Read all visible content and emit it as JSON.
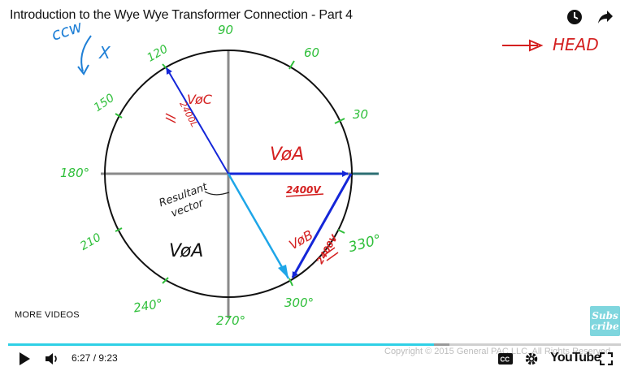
{
  "player": {
    "title": "Introduction to the Wye Wye Transformer Connection - Part 4",
    "more_videos": "MORE VIDEOS",
    "subscribe_line1": "Subs",
    "subscribe_line2": "cribe",
    "time_display": "6:27 / 9:23",
    "progress_played_fraction": 0.695,
    "progress_buffered_fraction": 0.72,
    "copyright": "Copyright © 2015 General PAC LLC. All Rights Reserved.",
    "logo_text": "YouTube",
    "accent_color": "#2fd0e6",
    "icons": {
      "watch_later": "clock-icon",
      "share": "share-arrow-icon",
      "play": "play-icon",
      "volume": "volume-icon",
      "captions": "cc-icon",
      "settings": "gear-icon",
      "fullscreen": "fullscreen-icon"
    }
  },
  "whiteboard": {
    "colors": {
      "green": "#2fbf3a",
      "red": "#d42020",
      "blue": "#1426d8",
      "light_blue": "#1ea6e8"
    },
    "labels": {
      "ccw": "ccw",
      "x_mark": "X",
      "head": "HEAD",
      "deg_90": "90",
      "deg_60": "60",
      "deg_30": "30",
      "deg_120": "120",
      "deg_150": "150",
      "deg_180": "180°",
      "deg_210": "210",
      "deg_240": "240°",
      "deg_270": "270°",
      "deg_300": "300°",
      "deg_330": "330°",
      "v_phase_a": "VøA",
      "v_phase_b": "VøB",
      "v_phase_c": "VøC",
      "v_phase_a_lower": "VøA",
      "volt_a": "2400V",
      "volt_b": "2400V",
      "volt_c": "2400L",
      "resultant_line1": "Resultant",
      "resultant_line2": "vector"
    }
  }
}
